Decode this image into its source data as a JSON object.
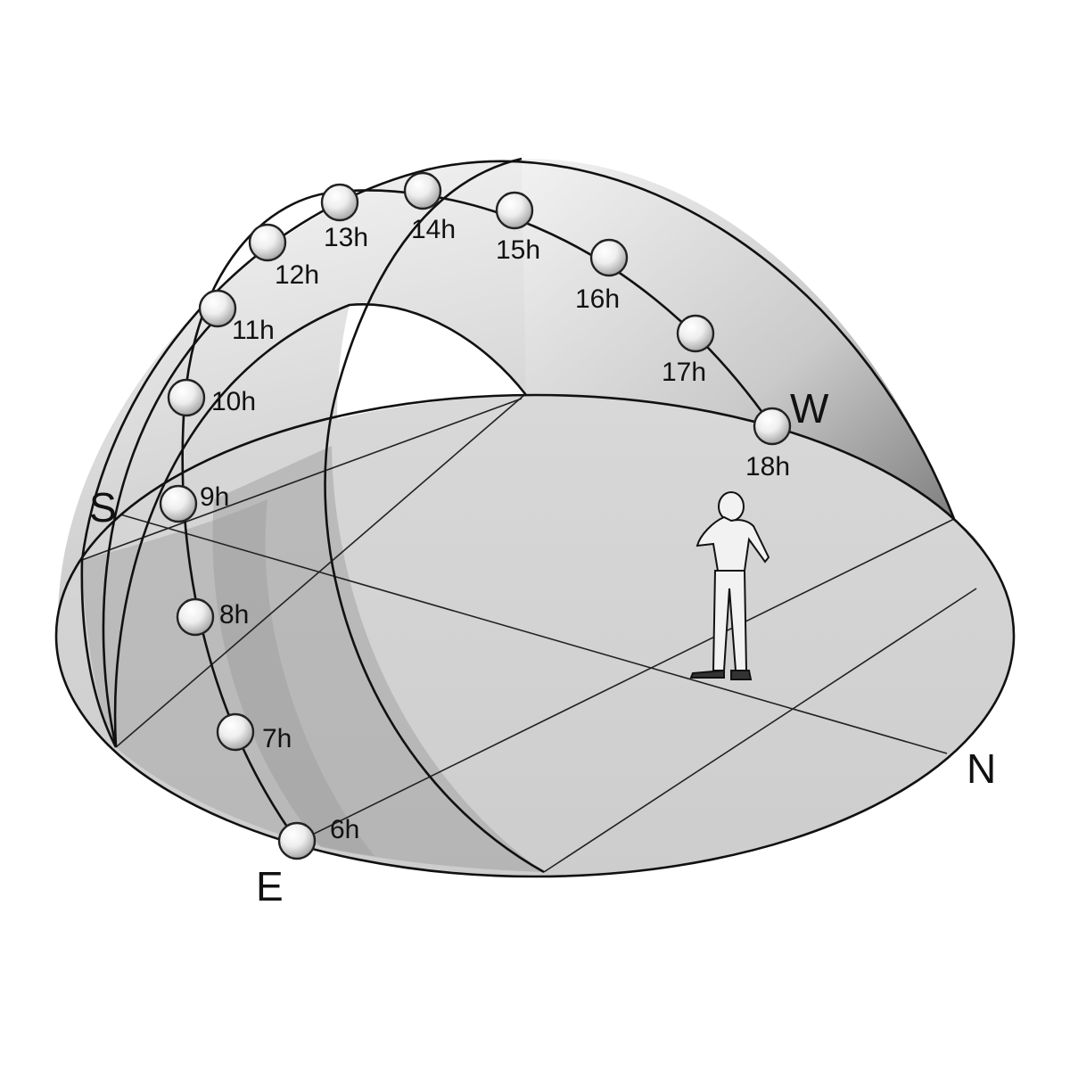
{
  "directions": {
    "south": "S",
    "east": "E",
    "west": "W",
    "north": "N"
  },
  "sun_positions": [
    {
      "label": "6h"
    },
    {
      "label": "7h"
    },
    {
      "label": "8h"
    },
    {
      "label": "9h"
    },
    {
      "label": "10h"
    },
    {
      "label": "11h"
    },
    {
      "label": "12h"
    },
    {
      "label": "13h"
    },
    {
      "label": "14h"
    },
    {
      "label": "15h"
    },
    {
      "label": "16h"
    },
    {
      "label": "17h"
    },
    {
      "label": "18h"
    }
  ],
  "colors": {
    "dome_light": "#efefef",
    "dome_dark": "#8e8e8e",
    "ground": "#d4d4d4",
    "line": "#111111",
    "sun_highlight": "#ffffff",
    "sun_shadow": "#9a9a9a"
  }
}
